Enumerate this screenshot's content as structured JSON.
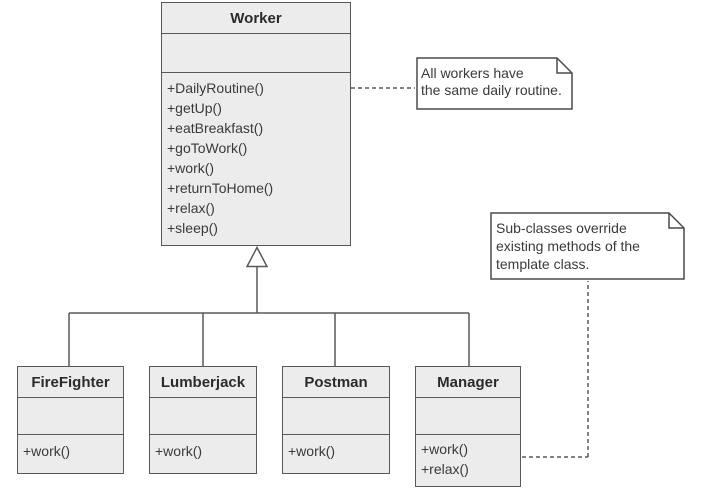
{
  "diagram": {
    "type": "uml-class-diagram",
    "classes": {
      "worker": {
        "name": "Worker",
        "methods": [
          "+DailyRoutine()",
          "+getUp()",
          "+eatBreakfast()",
          "+goToWork()",
          "+work()",
          "+returnToHome()",
          "+relax()",
          "+sleep()"
        ]
      },
      "firefighter": {
        "name": "FireFighter",
        "methods": [
          "+work()"
        ]
      },
      "lumberjack": {
        "name": "Lumberjack",
        "methods": [
          "+work()"
        ]
      },
      "postman": {
        "name": "Postman",
        "methods": [
          "+work()"
        ]
      },
      "manager": {
        "name": "Manager",
        "methods": [
          "+work()",
          "+relax()"
        ]
      }
    },
    "notes": {
      "daily_routine": {
        "lines": [
          "All workers have",
          "the same daily routine."
        ]
      },
      "subclasses": {
        "lines": [
          "Sub-classes override",
          "existing methods of the",
          "template class."
        ]
      }
    },
    "relationships": {
      "generalization_children": [
        "FireFighter",
        "Lumberjack",
        "Postman",
        "Manager"
      ],
      "generalization_parent": "Worker"
    },
    "colors": {
      "box_fill": "#ececec",
      "box_border": "#595959",
      "note_fill": "#ffffff",
      "note_border": "#4a4a4a",
      "connector": "#595959",
      "text": "#3a3a3a"
    }
  }
}
